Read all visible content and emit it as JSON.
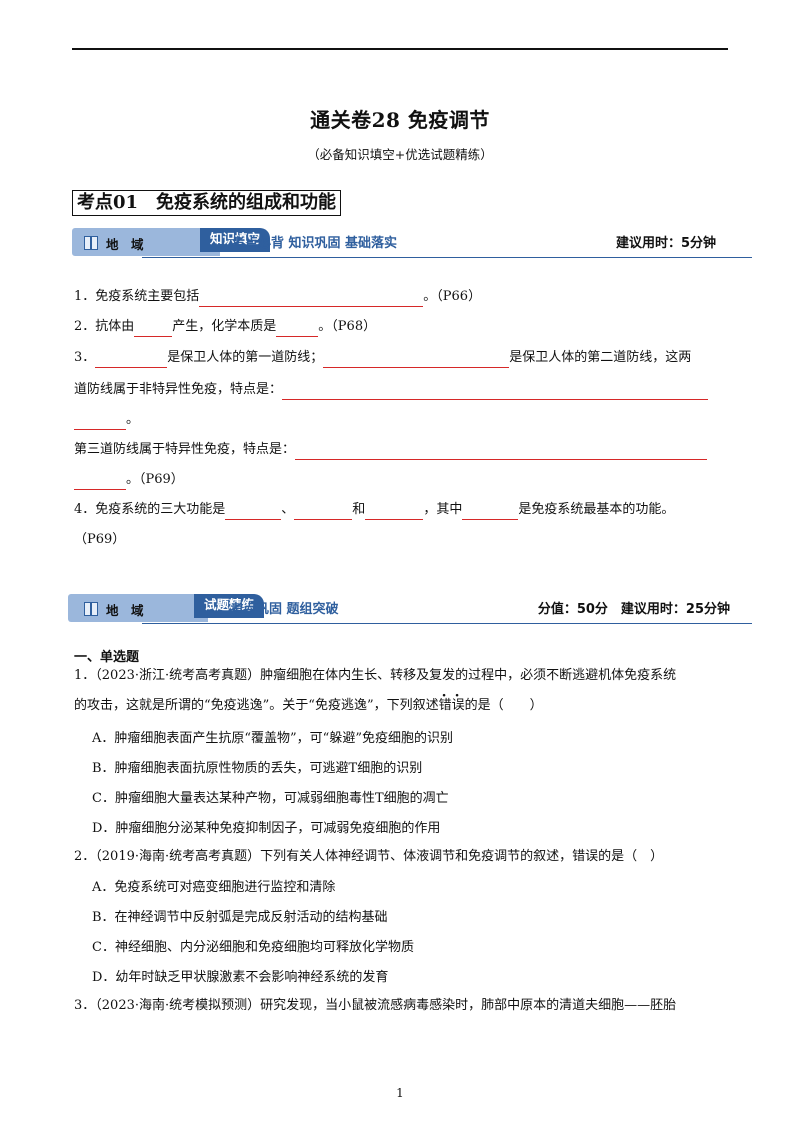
{
  "title": "通关卷28 免疫调节",
  "subtitle": "（必备知识填空+优选试题精练）",
  "section_header": "考点01　免疫系统的组成和功能",
  "banner1": {
    "label_main": "地　域",
    "label_tab": "知识填空",
    "middle": "考点必背 知识巩固 基础落实",
    "right": "建议用时：5分钟"
  },
  "fill": {
    "l1_a": "1．免疫系统主要包括",
    "l1_b": "。（P66）",
    "l2_a": "2．抗体由",
    "l2_b": "产生，化学本质是",
    "l2_c": "。（P68）",
    "l3_a": "3．",
    "l3_b": "是保卫人体的第一道防线；",
    "l3_c": "是保卫人体的第二道防线，这两",
    "l4_a": "道防线属于非特异性免疫，特点是：",
    "l5_a": "。",
    "l6_a": "第三道防线属于特异性免疫，特点是：",
    "l7_a": "。（P69）",
    "l8_a": "4．免疫系统的三大功能是",
    "l8_b": "、",
    "l8_c": "和",
    "l8_d": "，其中",
    "l8_e": "是免疫系统最基本的功能。",
    "l9_a": "（P69）"
  },
  "banner2": {
    "label_main": "地　域",
    "label_tab": "试题精练",
    "middle": "考点巩固 题组突破",
    "right": "分值：50分　建议用时：25分钟"
  },
  "section_single": "一、单选题",
  "q1": {
    "line1": "1．（2023·浙江·统考高考真题）肿瘤细胞在体内生长、转移及复发的过程中，必须不断逃避机体免疫系统",
    "line2_a": "的攻击，这就是所谓的“免疫逃逸”。关于“免疫逃逸”，下列叙述",
    "line2_dot1": "错",
    "line2_dot2": "误",
    "line2_b": "的是（　　）",
    "A": "A．肿瘤细胞表面产生抗原“覆盖物”，可“躲避”免疫细胞的识别",
    "B": "B．肿瘤细胞表面抗原性物质的丢失，可逃避T细胞的识别",
    "C": "C．肿瘤细胞大量表达某种产物，可减弱细胞毒性T细胞的凋亡",
    "D": "D．肿瘤细胞分泌某种免疫抑制因子，可减弱免疫细胞的作用"
  },
  "q2": {
    "line1": "2．（2019·海南·统考高考真题）下列有关人体神经调节、体液调节和免疫调节的叙述，错误的是（　）",
    "A": "A．免疫系统可对癌变细胞进行监控和清除",
    "B": "B．在神经调节中反射弧是完成反射活动的结构基础",
    "C": "C．神经细胞、内分泌细胞和免疫细胞均可释放化学物质",
    "D": "D．幼年时缺乏甲状腺激素不会影响神经系统的发育"
  },
  "q3": {
    "line1": "3．（2023·海南·统考模拟预测）研究发现，当小鼠被流感病毒感染时，肺部中原本的清道夫细胞——胚胎"
  },
  "page_number": "1"
}
